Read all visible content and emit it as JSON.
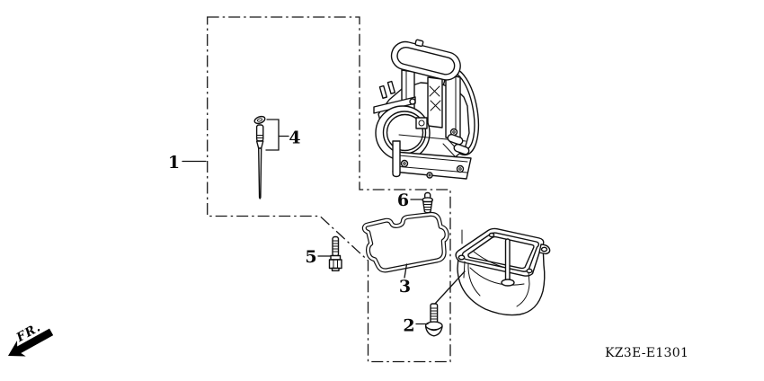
{
  "diagram": {
    "code": "KZ3E-E1301",
    "front_indicator": "FR.",
    "background_color": "#ffffff",
    "line_color": "#000000"
  },
  "parts": [
    {
      "label": "1"
    },
    {
      "label": "2"
    },
    {
      "label": "3"
    },
    {
      "label": "4"
    },
    {
      "label": "5"
    },
    {
      "label": "6"
    }
  ]
}
